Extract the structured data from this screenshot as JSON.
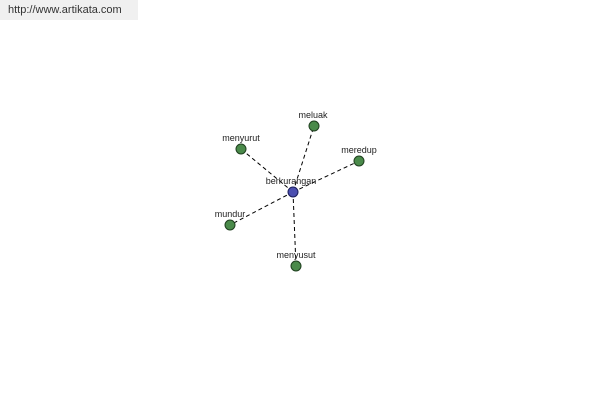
{
  "header": {
    "url": "http://www.artikata.com"
  },
  "graph": {
    "center": {
      "label": "berkurangan",
      "color": "#4b4fb0"
    },
    "leaf_color": "#4a8a4a",
    "nodes": [
      {
        "id": "meluak",
        "label": "meluak"
      },
      {
        "id": "menyurut",
        "label": "menyurut"
      },
      {
        "id": "meredup",
        "label": "meredup"
      },
      {
        "id": "mundur",
        "label": "mundur"
      },
      {
        "id": "menyusut",
        "label": "menyusut"
      }
    ]
  }
}
